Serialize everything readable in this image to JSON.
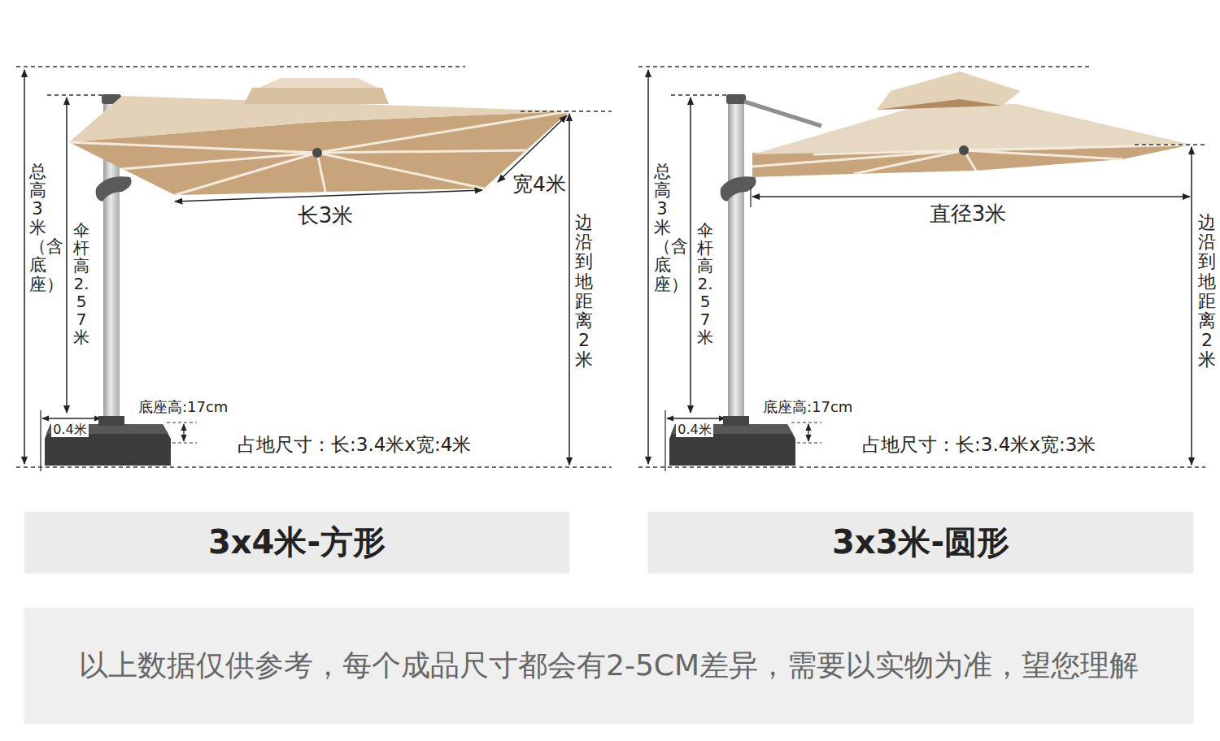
{
  "diagram": {
    "nodes": [
      {
        "text": [
          "3x4米-方形"
        ]
      },
      {
        "text": [
          "3x3米-圆形"
        ]
      },
      {
        "text": [
          "以上数据仅供参考，每个成品尺寸都会有2-5CM差异，需要以实物为准，望您理解"
        ]
      }
    ],
    "labels": [
      "总高 3米（含底座）",
      "伞杆高 2.57米",
      "长3米",
      "宽4米",
      "边沿到地距离 2米",
      "底座高:17cm",
      "0.4米",
      "占地尺寸：长:3.4米x宽:4米",
      "总高 3米（含底座）",
      "伞杆高 2.57米",
      "直径3米",
      "边沿到地距离 2米",
      "底座高:17cm",
      "0.4米",
      "占地尺寸：长:3.4米x宽:3米"
    ]
  }
}
